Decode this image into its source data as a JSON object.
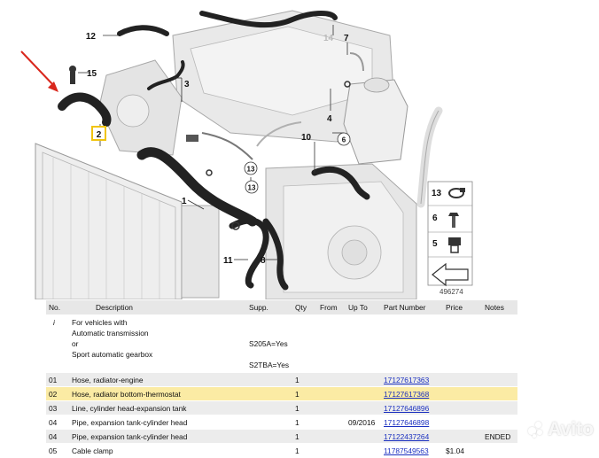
{
  "diagram": {
    "callouts": {
      "c1": "1",
      "c2": "2",
      "c3": "3",
      "c4": "4",
      "c6": "6",
      "c7": "7",
      "c8": "8",
      "c10": "10",
      "c11": "11",
      "c12": "12",
      "c13a": "13",
      "c13b": "13",
      "c14": "14",
      "c15": "15"
    },
    "legend": {
      "l13": "13",
      "l6": "6",
      "l5": "5"
    },
    "drawing_number": "496274",
    "arrow_color": "#d9261c",
    "highlight_color": "#f1c40f"
  },
  "table": {
    "headers": {
      "no": "No.",
      "description": "Description",
      "supp": "Supp.",
      "qty": "Qty",
      "from": "From",
      "upto": "Up To",
      "part_number": "Part Number",
      "price": "Price",
      "notes": "Notes"
    },
    "info": {
      "marker": "i",
      "line1": "For vehicles with",
      "line2": "Automatic transmission",
      "line2_supp": "S205A=Yes",
      "line3": "or",
      "line4": "Sport automatic gearbox",
      "line4_supp": "S2TBA=Yes"
    },
    "rows": [
      {
        "no": "01",
        "description": "Hose, radiator-engine",
        "qty": "1",
        "upto": "",
        "part_number": "17127617363",
        "price": "",
        "notes": ""
      },
      {
        "no": "02",
        "description": "Hose, radiator bottom-thermostat",
        "qty": "1",
        "upto": "",
        "part_number": "17127617368",
        "price": "",
        "notes": ""
      },
      {
        "no": "03",
        "description": "Line, cylinder head-expansion tank",
        "qty": "1",
        "upto": "",
        "part_number": "17127646896",
        "price": "",
        "notes": ""
      },
      {
        "no": "04",
        "description": "Pipe, expansion tank-cylinder head",
        "qty": "1",
        "upto": "09/2016",
        "part_number": "17127646898",
        "price": "",
        "notes": ""
      },
      {
        "no": "04",
        "description": "Pipe, expansion tank-cylinder head",
        "qty": "1",
        "upto": "",
        "part_number": "17122437264",
        "price": "",
        "notes": "ENDED"
      },
      {
        "no": "05",
        "description": "Cable clamp",
        "qty": "1",
        "upto": "",
        "part_number": "11787549563",
        "price": "$1.04",
        "notes": ""
      }
    ],
    "highlight_row": 1
  },
  "watermark": {
    "text": "Avito"
  }
}
